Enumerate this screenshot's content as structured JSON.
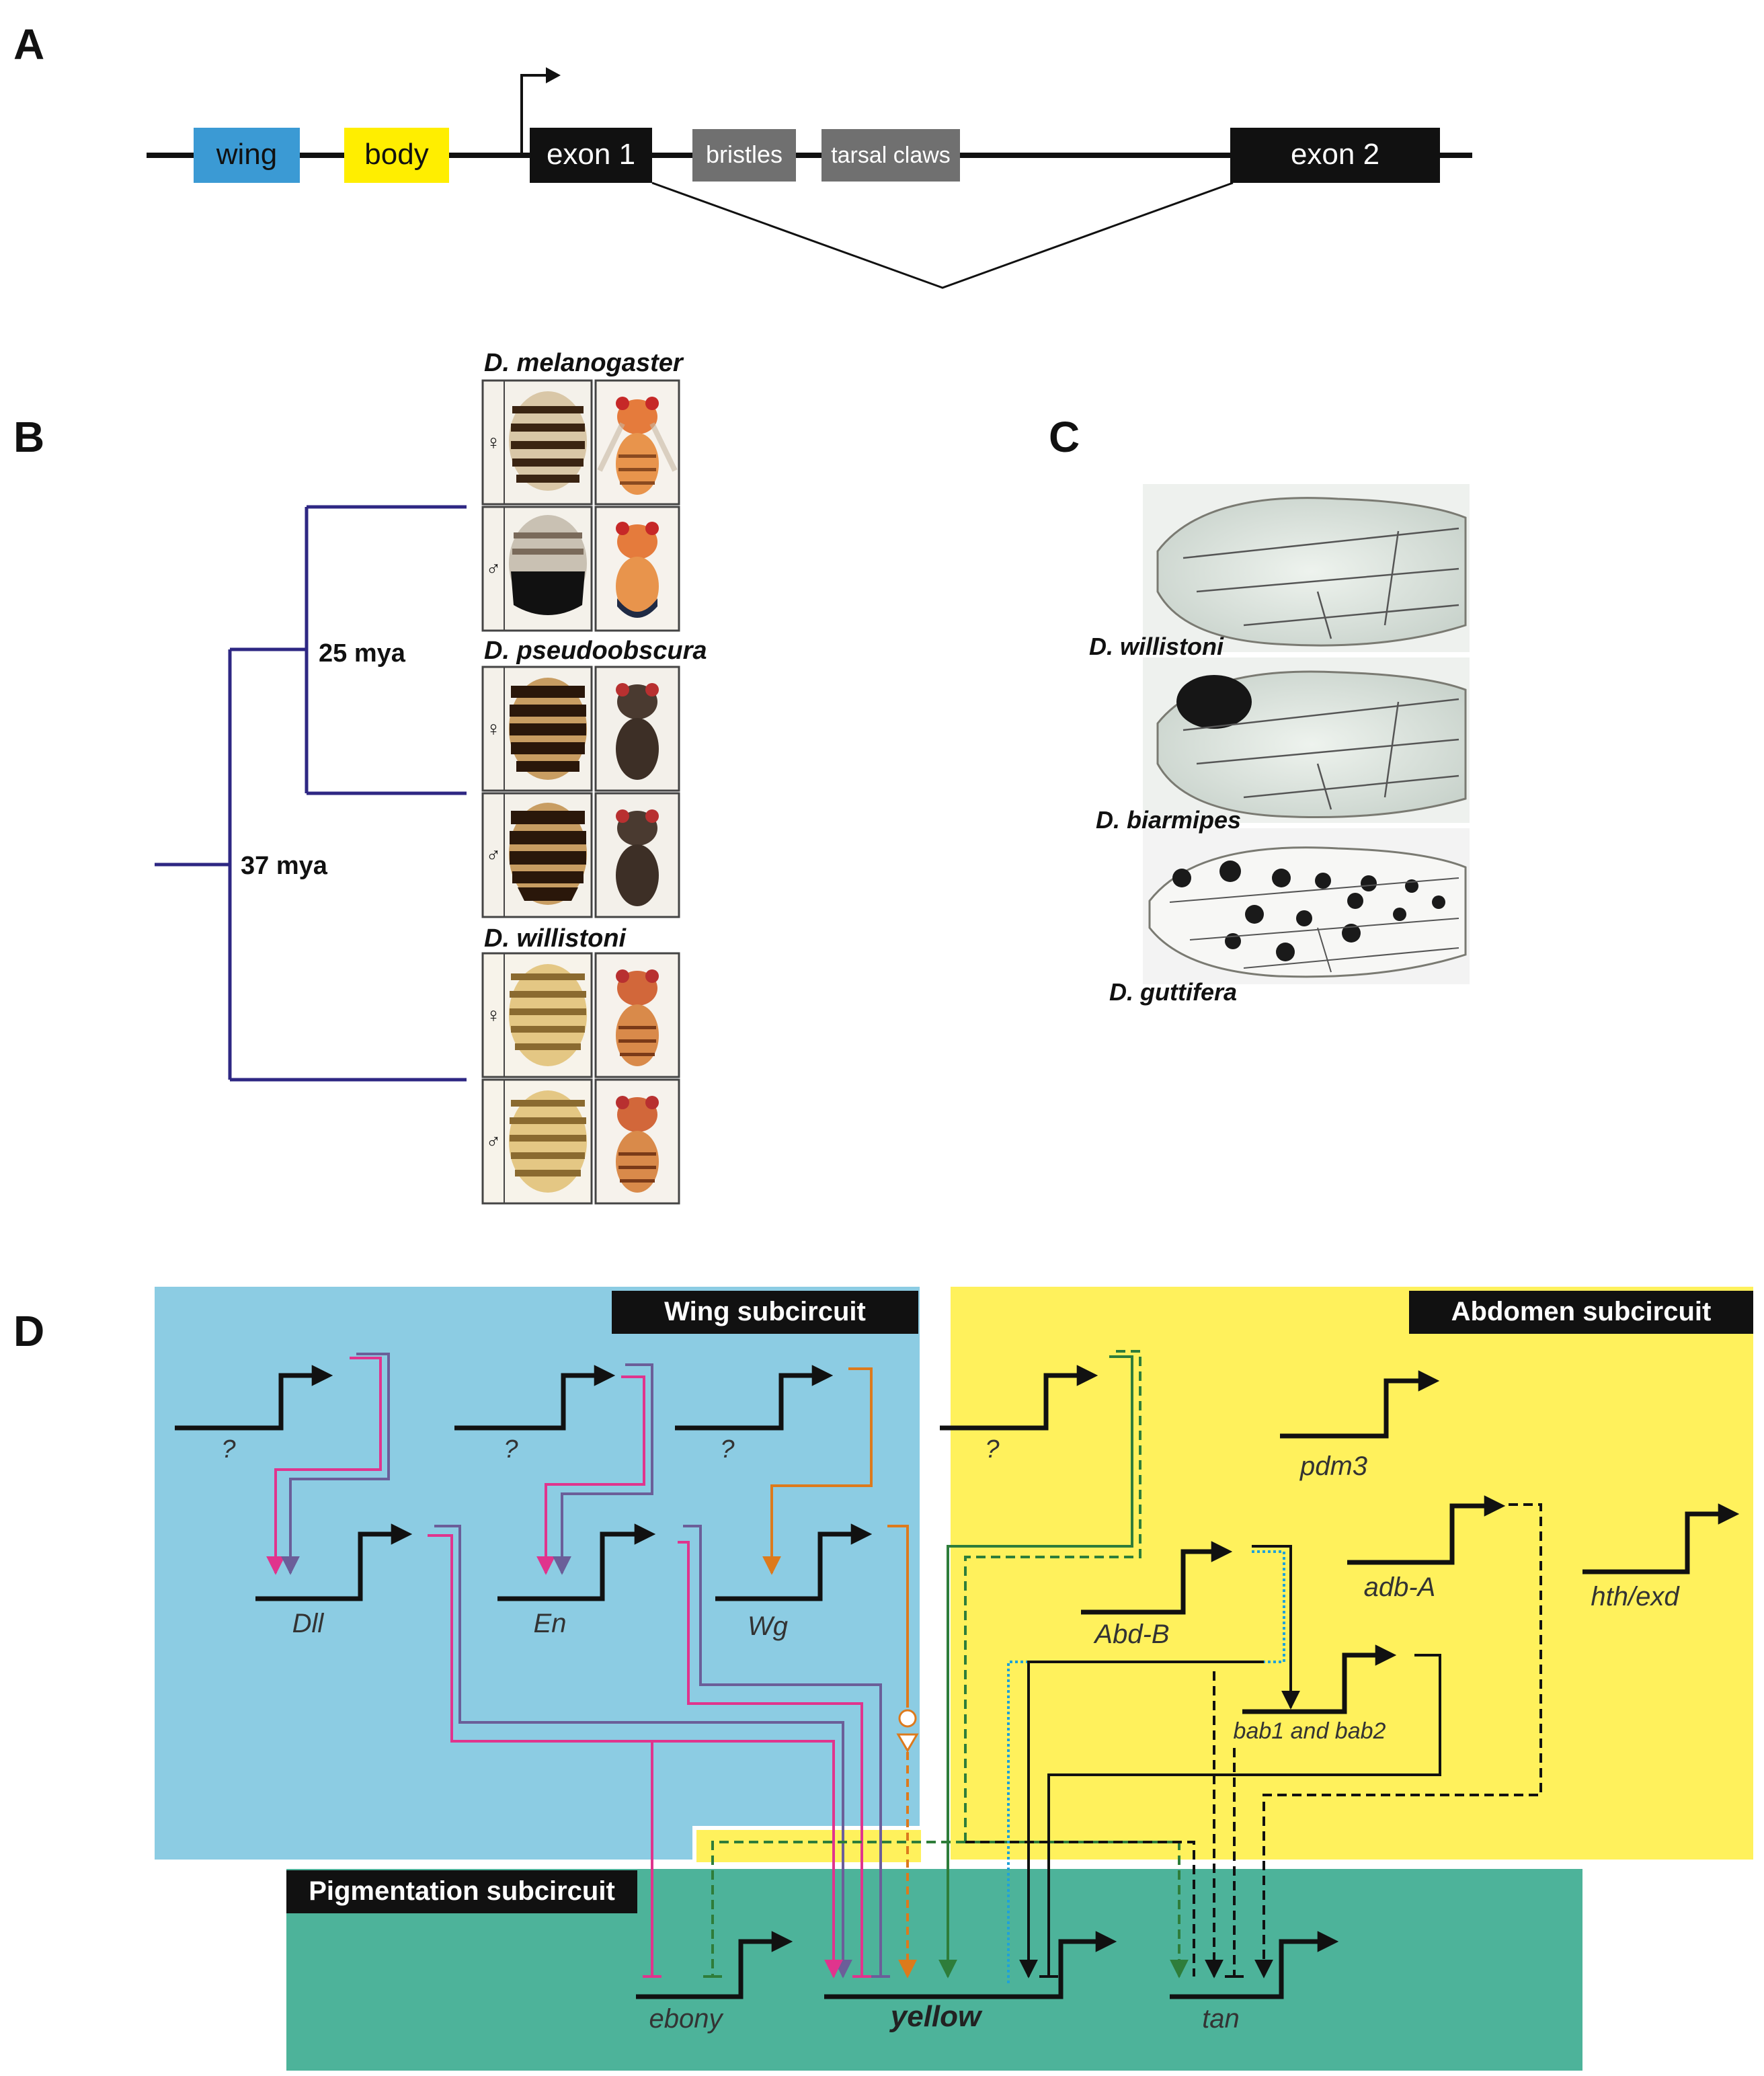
{
  "panels": {
    "a": "A",
    "b": "B",
    "c": "C",
    "d": "D"
  },
  "panel_a": {
    "wing": "wing",
    "body": "body",
    "exon1": "exon 1",
    "bristles": "bristles",
    "tarsal": "tarsal claws",
    "exon2": "exon 2",
    "colors": {
      "wing": "#3b9ad4",
      "body": "#ffee00",
      "exon": "#111111",
      "grey": "#707070"
    }
  },
  "panel_b": {
    "species1": "D. melanogaster",
    "species2": "D. pseudoobscura",
    "species3": "D. willistoni",
    "node1": "25 mya",
    "node2": "37 mya",
    "female": "♀",
    "male": "♂",
    "tree_color": "#2e2783"
  },
  "panel_c": {
    "w1": "D. willistoni",
    "w2": "D. biarmipes",
    "w3": "D. guttifera"
  },
  "panel_d": {
    "wing_title": "Wing subcircuit",
    "abdomen_title": "Abdomen subcircuit",
    "pigment_title": "Pigmentation subcircuit",
    "q": "?",
    "dll": "Dll",
    "en": "En",
    "wg": "Wg",
    "pdm3": "pdm3",
    "abdb": "Abd-B",
    "adba": "adb-A",
    "hth": "hth/exd",
    "bab": "bab1 and bab2",
    "ebony": "ebony",
    "yellow": "yellow",
    "tan": "tan",
    "colors": {
      "wing_bg": "#8ccce3",
      "abdomen_bg": "#fff15c",
      "pigment_bg": "#4db39a",
      "magenta": "#e0348d",
      "purple": "#6b5e99",
      "orange": "#dd7a1c",
      "green": "#2e7d3a",
      "blue": "#1fa2d9"
    }
  }
}
